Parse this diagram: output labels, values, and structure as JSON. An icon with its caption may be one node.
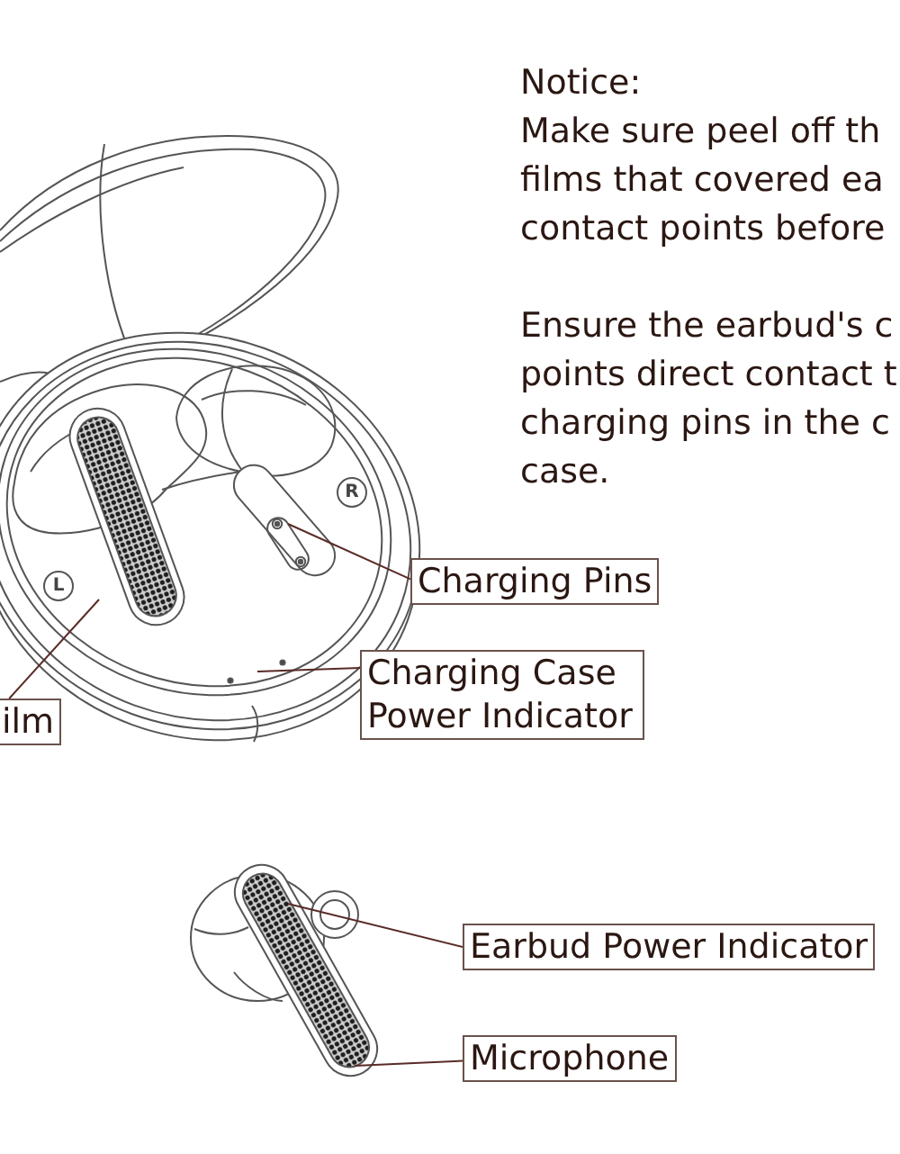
{
  "diagram": {
    "nodes": [
      {
        "text": [
          "R"
        ]
      },
      {
        "text": [
          "Charging Pins"
        ]
      },
      {
        "text": [
          "L"
        ]
      },
      {
        "text": [
          "Charging Case Power Indicator"
        ]
      },
      {
        "text": [
          "ilm"
        ]
      },
      {
        "text": [
          "Earbud Power Indicator"
        ]
      },
      {
        "text": [
          "Microphone"
        ]
      }
    ],
    "edges": [
      {
        "from": 1,
        "to": null,
        "arrow": "none"
      },
      {
        "from": 3,
        "to": null,
        "arrow": "none"
      },
      {
        "from": 4,
        "to": null,
        "arrow": "none"
      },
      {
        "from": 5,
        "to": null,
        "arrow": "none"
      },
      {
        "from": 6,
        "to": null,
        "arrow": "none"
      }
    ],
    "labels": [
      "Notice:",
      "Make sure peel off th films that covered ea contact points before",
      "Ensure the earbud's c points direct contact t charging pins in the c case."
    ]
  }
}
